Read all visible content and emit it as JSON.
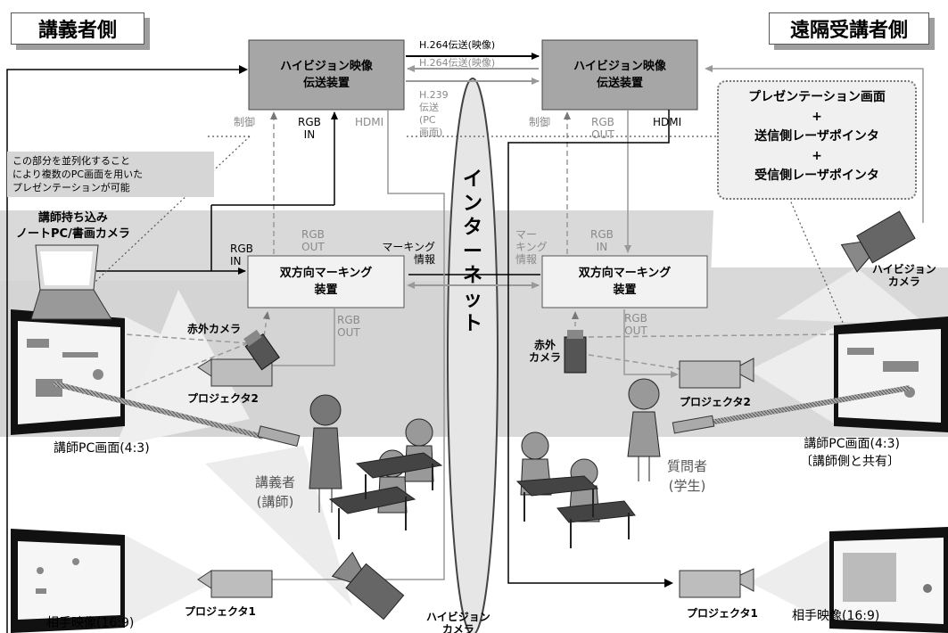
{
  "lecturer_side_title": "講義者側",
  "remote_side_title": "遠隔受講者側",
  "hd_left_line1": "ハイビジョン映像",
  "hd_left_line2": "伝送装置",
  "hd_right_line1": "ハイビジョン映像",
  "hd_right_line2": "伝送装置",
  "h264_top": "H.264伝送(映像)",
  "h264_bottom": "H.264伝送(映像)",
  "h239_line1": "H.239",
  "h239_line2": "伝送",
  "h239_line3": "(PC",
  "h239_line4": "画面)",
  "seigyo": "制御",
  "rgb": "RGB",
  "in": "IN",
  "out": "OUT",
  "hdmi": "HDMI",
  "internet_chars": [
    "イ",
    "ン",
    "タ",
    "ー",
    "ネ",
    "ッ",
    "ト"
  ],
  "note_line1": "この部分を並列化すること",
  "note_line2": "により複数のPC画面を用いた",
  "note_line3": "プレゼンテーションが可能",
  "laptop_line1": "講師持ち込み",
  "laptop_line2": "ノートPC/書画カメラ",
  "marking_left_line1": "双方向マーキング",
  "marking_left_line2": "装置",
  "marking_right_line1": "双方向マーキング",
  "marking_right_line2": "装置",
  "marking_info_left_line1": "マーキング",
  "marking_info_left_line2": "情報",
  "marking_info_right_line1": "マー",
  "marking_info_right_line2": "キング",
  "marking_info_right_line3": "情報",
  "pres_line1": "プレゼンテーション画面",
  "plus": "+",
  "pres_line2": "送信側レーザポインタ",
  "pres_line3": "受信側レーザポインタ",
  "ir_camera_left": "赤外カメラ",
  "ir_camera_right_line1": "赤外",
  "ir_camera_right_line2": "カメラ",
  "projector2": "プロジェクタ2",
  "projector1": "プロジェクタ1",
  "pc_screen_left": "講師PC画面(4:3)",
  "pc_screen_right_line1": "講師PC画面(4:3)",
  "pc_screen_right_line2": "〔講師側と共有〕",
  "lecturer_line1": "講義者",
  "lecturer_line2": "(講師)",
  "questioner_line1": "質問者",
  "questioner_line2": "(学生)",
  "partner_video_left": "相手映像(16:9)",
  "partner_video_right": "相手映像(16:9)",
  "hd_camera_line1": "ハイビジョン",
  "hd_camera_line2": "カメラ",
  "colors": {
    "device_box": "#a6a6a6",
    "room": "#d9d9d9",
    "gray_text": "#8a8a8a"
  }
}
